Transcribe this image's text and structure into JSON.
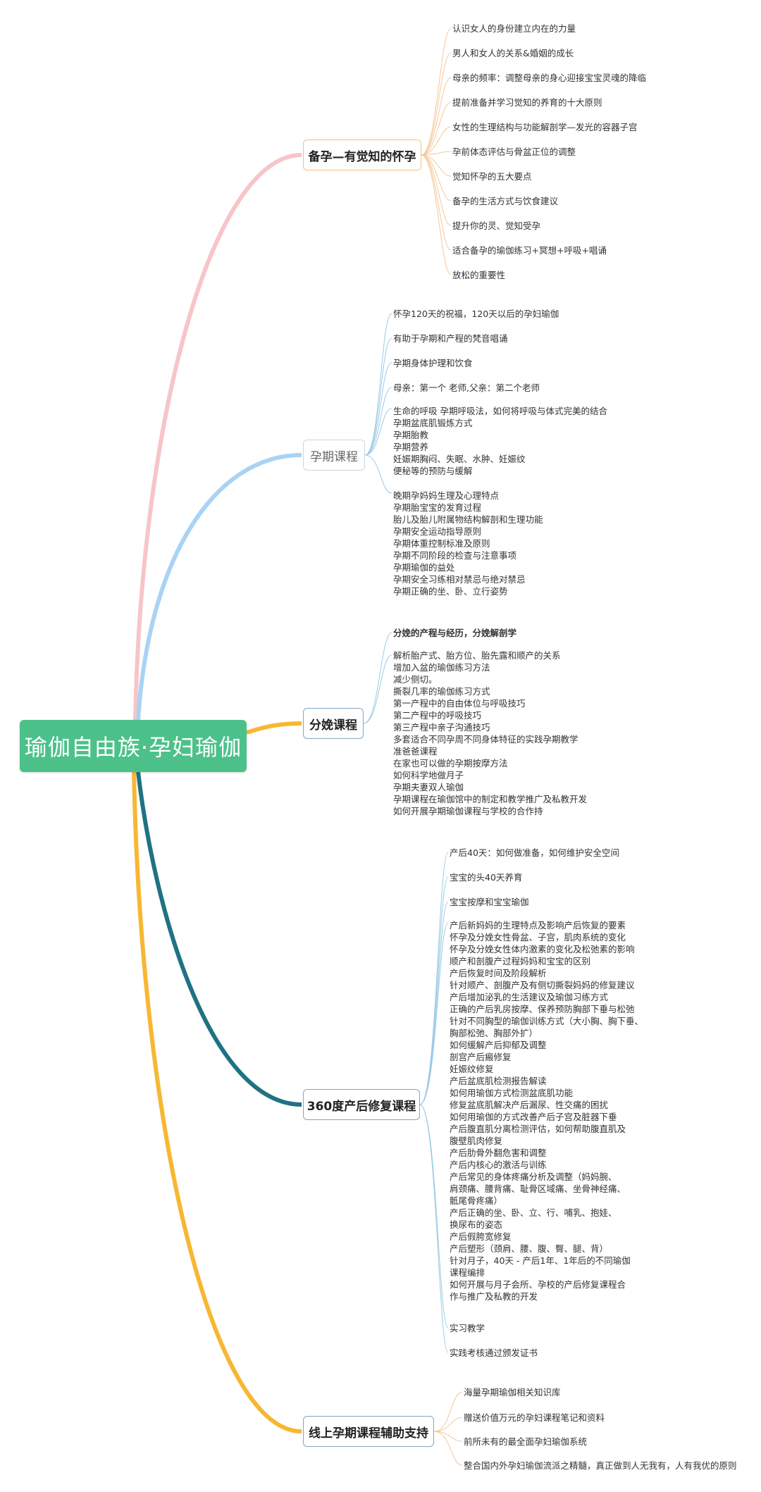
{
  "root": {
    "title": "瑜伽自由族·孕妇瑜伽"
  },
  "branches": [
    {
      "label": "备孕—有觉知的怀孕"
    },
    {
      "label": "孕期课程"
    },
    {
      "label": "分娩课程"
    },
    {
      "label": "360度产后修复课程"
    },
    {
      "label": "线上孕期课程辅助支持"
    }
  ],
  "b1_items": [
    "认识女人的身份建立内在的力量",
    "男人和女人的关系&婚姻的成长",
    "母亲的频率：调整母亲的身心迎接宝宝灵魂的降临",
    "提前准备并学习觉知的养育的十大原则",
    "女性的生理结构与功能解剖学—发光的容器子宫",
    "孕前体态评估与骨盆正位的调整",
    "觉知怀孕的五大要点",
    "备孕的生活方式与饮食建议",
    "提升你的灵、觉知受孕",
    "适合备孕的瑜伽练习+冥想+呼吸+唱诵",
    "放松的重要性"
  ],
  "b2_items": [
    "怀孕120天的祝福，120天以后的孕妇瑜伽",
    "有助于孕期和产程的梵音唱诵",
    "孕期身体护理和饮食",
    "母亲：第一个 老师,父亲：第二个老师"
  ],
  "b2_group1": [
    "生命的呼吸 孕期呼吸法，如何将呼吸与体式完美的结合",
    "孕期盆底肌锻炼方式",
    "孕期胎教",
    "孕期营养",
    "妊娠期胸闷、失眠、水肿、妊娠纹",
    "便秘等的预防与缓解"
  ],
  "b2_group2": [
    "晚期孕妈妈生理及心理特点",
    "孕期胎宝宝的发育过程",
    "胎儿及胎儿附属物结构解剖和生理功能",
    "孕期安全运动指导原则",
    "孕期体重控制标准及原则",
    "孕期不同阶段的检查与注意事项",
    "孕期瑜伽的益处",
    "孕期安全习练相对禁忌与绝对禁忌",
    "孕期正确的坐、卧、立行姿势"
  ],
  "b3_head": "分娩的产程与经历，分娩解剖学",
  "b3_group": [
    "解析胎产式、胎方位、胎先露和顺产的关系",
    "增加入盆的瑜伽练习方法",
    "减少侧切。",
    "撕裂几率的瑜伽练习方式",
    "第一产程中的自由体位与呼吸技巧",
    "第二产程中的呼吸技巧",
    "第三产程中亲子沟通技巧",
    "多套适合不同孕周不同身体特征的实践孕期教学",
    "准爸爸课程",
    "在家也可以做的孕期按摩方法",
    "如何科学地做月子",
    "孕期夫妻双人瑜伽",
    "孕期课程在瑜伽馆中的制定和教学推广及私教开发",
    "如何开展孕期瑜伽课程与学校的合作持"
  ],
  "b4_items": [
    "产后40天：如何做准备，如何维护安全空间",
    "宝宝的头40天养育",
    "宝宝按摩和宝宝瑜伽"
  ],
  "b4_group": [
    "产后新妈妈的生理特点及影响产后恢复的要素",
    "怀孕及分娩女性骨盆、子宫，肌肉系统的变化",
    "怀孕及分娩女性体内激素的变化及松弛素的影响",
    "顺产和剖腹产过程妈妈和宝宝的区别",
    "产后恢复时间及阶段解析",
    "针对顺产、剖腹产及有侧切撕裂妈妈的修复建议",
    "产后增加泌乳的生活建议及瑜伽习练方式",
    "正确的产后乳房按摩、保养预防胸部下垂与松弛",
    "针对不同胸型的瑜伽训练方式（大小胸、胸下垂、",
    "胸部松弛、胸部外扩）",
    "如何缓解产后抑郁及调整",
    "剖宫产后瘢修复",
    "妊娠纹修复",
    "产后盆底肌检测报告解读",
    "如何用瑜伽方式检测盆底肌功能",
    "修复盆底肌解决产后漏尿、性交痛的困扰",
    "如何用瑜伽的方式改善产后子宫及脏器下垂",
    "产后腹直肌分离检测评估，如何帮助腹直肌及",
    "腹壁肌肉修复",
    "产后肋骨外翻危害和调整",
    "产后内核心的激活与训练",
    "产后常见的身体疼痛分析及调整（妈妈腕、",
    "肩颈痛、腰背痛、耻骨区域痛、坐骨神经痛、",
    "骶尾骨疼痛）",
    "产后正确的坐、卧、立、行、哺乳、抱娃、",
    "换尿布的姿态",
    "产后假胯宽修复",
    "产后塑形（颈肩、腰、腹、臀、腿、背）",
    "针对月子，40天 - 产后1年、1年后的不同瑜伽",
    "课程编排",
    "如何开展与月子会所、孕校的产后修复课程合",
    "作与推广及私教的开发"
  ],
  "b4_tail": [
    "实习教学",
    "实践考核通过颁发证书"
  ],
  "b5_items": [
    "海量孕期瑜伽相关知识库",
    "赠送价值万元的孕妇课程笔记和资料",
    "前所未有的最全面孕妇瑜伽系统",
    "整合国内外孕妇瑜伽流派之精髓，真正做到人无我有，人有我优的原则"
  ],
  "colors": {
    "root": "#4cc18a",
    "branch1": "#f7c5c8",
    "branch2": "#a9d3f5",
    "branch3": "#f7b733",
    "branch4": "#1f7283",
    "branch5": "#f7b733"
  }
}
